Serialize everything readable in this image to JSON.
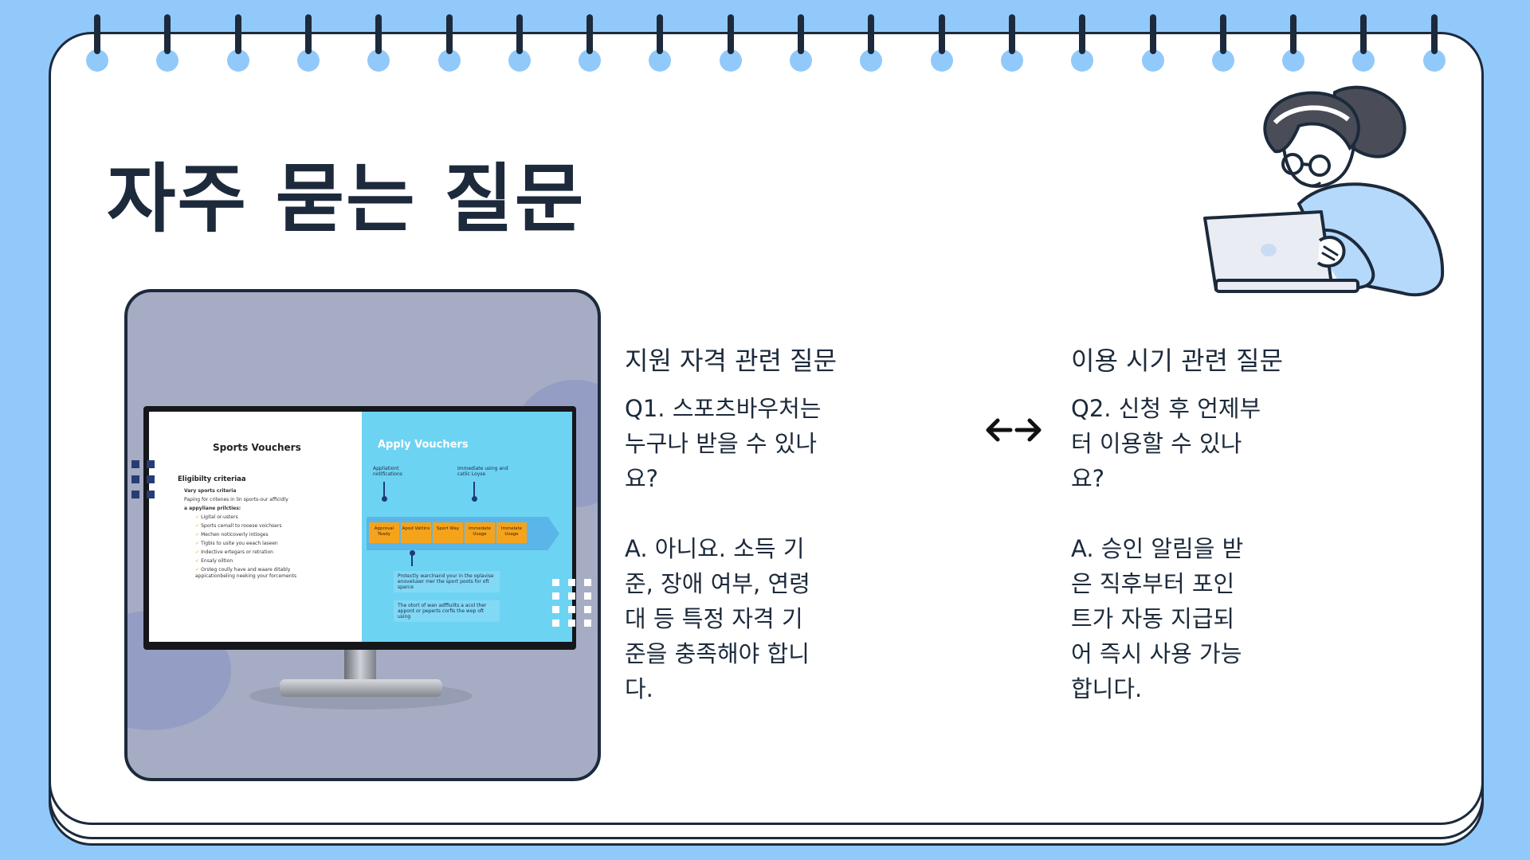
{
  "page": {
    "title": "자주 묻는 질문"
  },
  "colors": {
    "background": "#92c9fb",
    "ink": "#1c2a3b",
    "sheet": "#ffffff"
  },
  "photo": {
    "left_title": "Sports Vouchers",
    "left_subtitle": "Eligibilty criteriaa",
    "left_lines": [
      "Vary sports criteria",
      "Paping for critenes in lin sports-our afficidly",
      "a appyliane prilcties:",
      "Ligital or-usters",
      "Sports cemall to rooese voichsers",
      "Mechen noticoverly intioges",
      "Tigbis to usite you eeach laseen",
      "Indective ertegars or retration",
      "Ensaly oiltion",
      "Orsteg coully have and waare ditably appicationbeling neeking your forcements"
    ],
    "right_title": "Apply Vouchers",
    "right_label_1": "Appliationt notifications",
    "right_label_2": "Immediate using and catlic Loyse",
    "steps": [
      "Approval Teady",
      "Apod Vattins",
      "Sport Way",
      "Immedate Usage",
      "Immelate Usage"
    ],
    "note_1": "Protectly warclnand your in the oplavise enoveluser mer the sport poots for oft sparce",
    "note_2": "The otort of wan adffiuilts a acol ther appont or peperts corfis the wep oft using"
  },
  "columns": [
    {
      "heading": "지원 자격 관련 질문",
      "question": "Q1. 스포츠바우처는 누구나 받을 수 있나요?",
      "answer": "A. 아니요. 소득 기준, 장애 여부, 연령대 등 특정 자격 기준을 충족해야 합니다."
    },
    {
      "heading": "이용 시기 관련 질문",
      "question": "Q2. 신청 후 언제부터 이용할 수 있나요?",
      "answer": "A. 승인 알림을 받은 직후부터 포인트가 자동 지급되어 즉시 사용 가능합니다."
    }
  ],
  "icons": {
    "connector": "left-right-arrows-icon",
    "illustration": "woman-with-laptop-icon"
  }
}
